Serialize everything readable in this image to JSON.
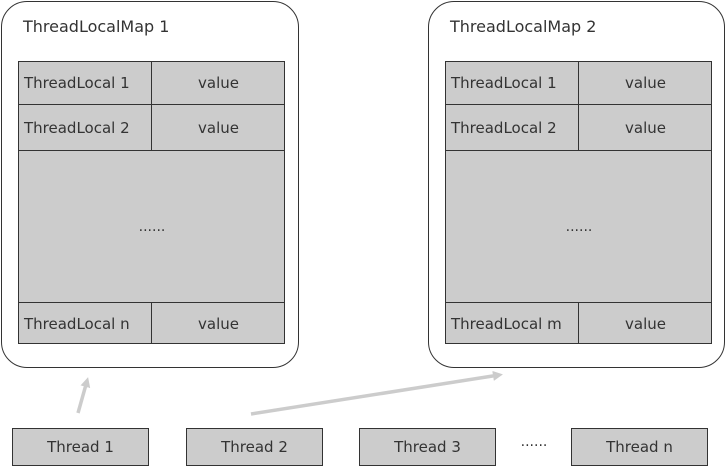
{
  "maps": [
    {
      "title": "ThreadLocalMap 1",
      "rows": [
        {
          "key": "ThreadLocal 1",
          "value": "value"
        },
        {
          "key": "ThreadLocal 2",
          "value": "value"
        }
      ],
      "ellipsis": "......",
      "last_row": {
        "key": "ThreadLocal n",
        "value": "value"
      }
    },
    {
      "title": "ThreadLocalMap 2",
      "rows": [
        {
          "key": "ThreadLocal 1",
          "value": "value"
        },
        {
          "key": "ThreadLocal 2",
          "value": "value"
        }
      ],
      "ellipsis": "......",
      "last_row": {
        "key": "ThreadLocal m",
        "value": "value"
      }
    }
  ],
  "threads": [
    "Thread 1",
    "Thread 2",
    "Thread 3",
    "Thread n"
  ],
  "threads_ellipsis": "......",
  "colors": {
    "cell_fill": "#cccccc",
    "border": "#333333",
    "arrow": "#cccccc"
  }
}
